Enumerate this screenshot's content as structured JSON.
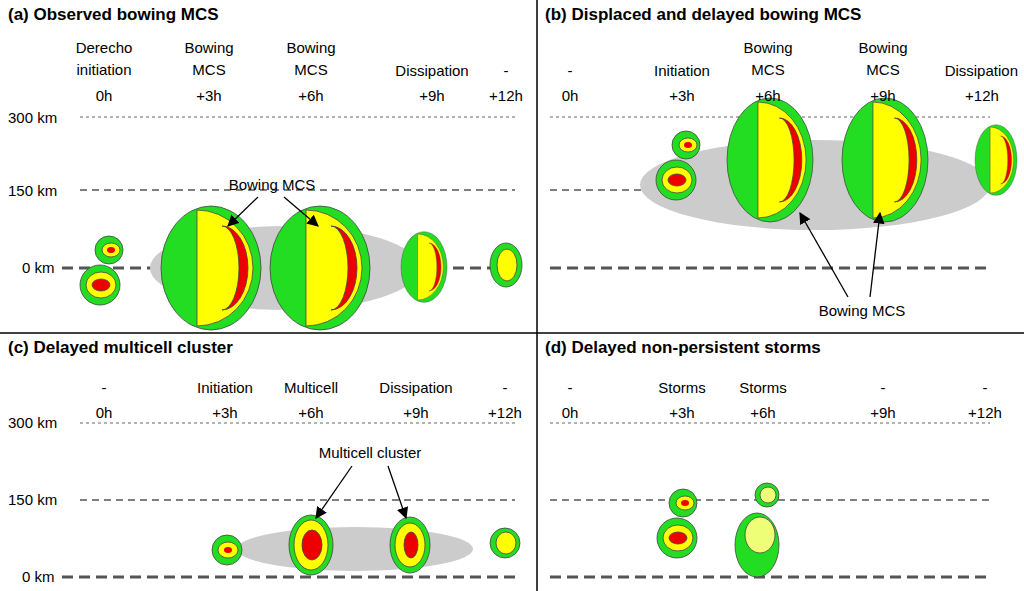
{
  "diagram": {
    "nodes": [
      {
        "text": [
          "(a) Observed bowing MCS"
        ]
      },
      {
        "text": [
          "(b) Displaced and delayed bowing MCS"
        ]
      },
      {
        "text": [
          "(c) Delayed multicell cluster"
        ]
      },
      {
        "text": [
          "(d) Delayed non-persistent storms"
        ]
      }
    ],
    "labels": [
      "Derecho initiation",
      "0h",
      "Bowing MCS",
      "+3h",
      "Bowing MCS",
      "+6h",
      "Dissipation",
      "+9h",
      "-",
      "+12h",
      "300 km",
      "150 km",
      "0 km",
      "Bowing MCS",
      "-",
      "0h",
      "Initiation",
      "+3h",
      "Bowing MCS",
      "+6h",
      "Bowing MCS",
      "+9h",
      "Dissipation",
      "+12h",
      "Bowing MCS",
      "-",
      "0h",
      "Initiation",
      "+3h",
      "Multicell",
      "+6h",
      "Dissipation",
      "+9h",
      "-",
      "+12h",
      "300 km",
      "150 km",
      "0 km",
      "Multicell cluster",
      "-",
      "0h",
      "Storms",
      "+3h",
      "Storms",
      "+6h",
      "-",
      "+9h",
      "-",
      "+12h"
    ]
  }
}
